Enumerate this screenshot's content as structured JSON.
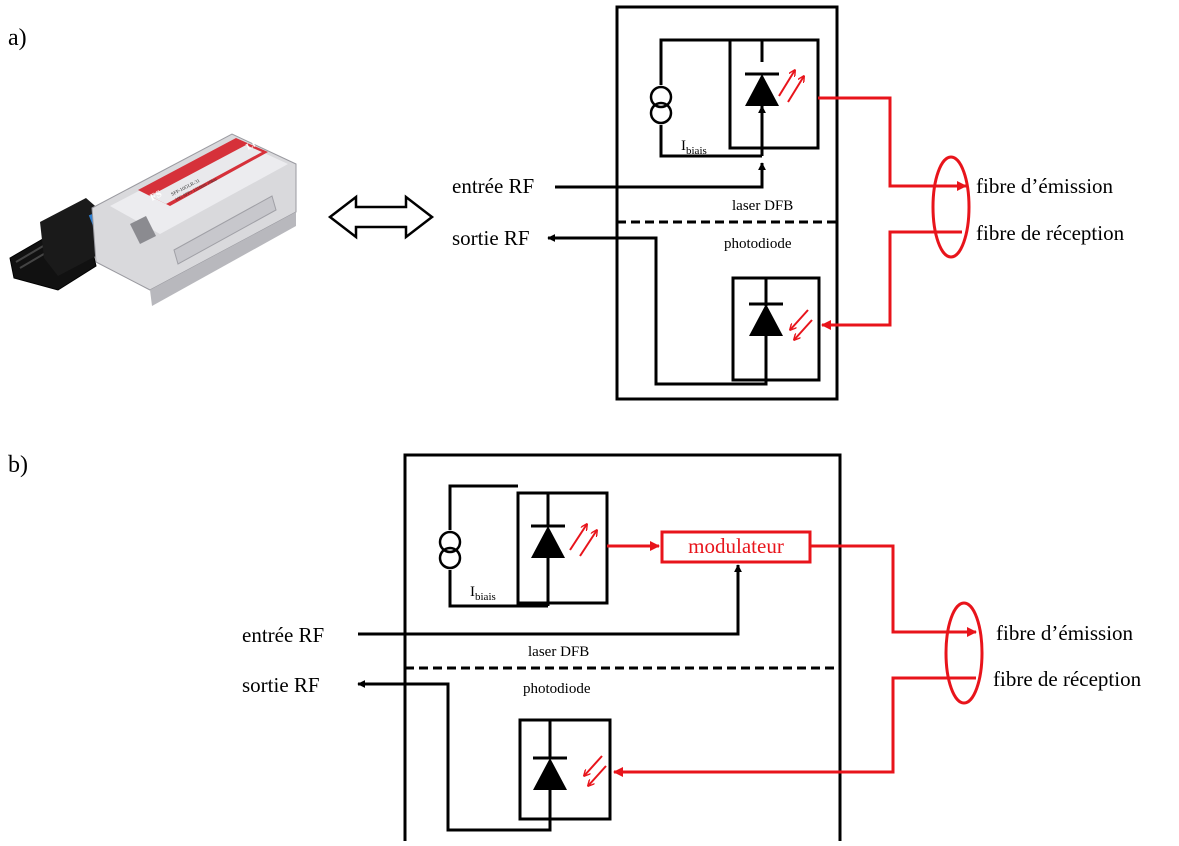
{
  "panels": {
    "a": {
      "label": "a)"
    },
    "b": {
      "label": "b)"
    }
  },
  "labels": {
    "rf_in": "entrée RF",
    "rf_out": "sortie RF",
    "laser": "laser DFB",
    "photodiode": "photodiode",
    "bias_main": "I",
    "bias_sub": "biais",
    "fiber_tx": "fibre d’émission",
    "fiber_rx": "fibre de réception",
    "modulator": "modulateur"
  },
  "module_image": {
    "brand": "FS",
    "tag": "LR",
    "sticker_line1": "SFP-10GLR-31",
    "sticker_line2": "10G SFP+ 1310nm 10km"
  },
  "colors": {
    "ink": "#000000",
    "optical": "#e8141b",
    "module_red": "#d6313a",
    "latch_blue": "#2f7fd0"
  }
}
